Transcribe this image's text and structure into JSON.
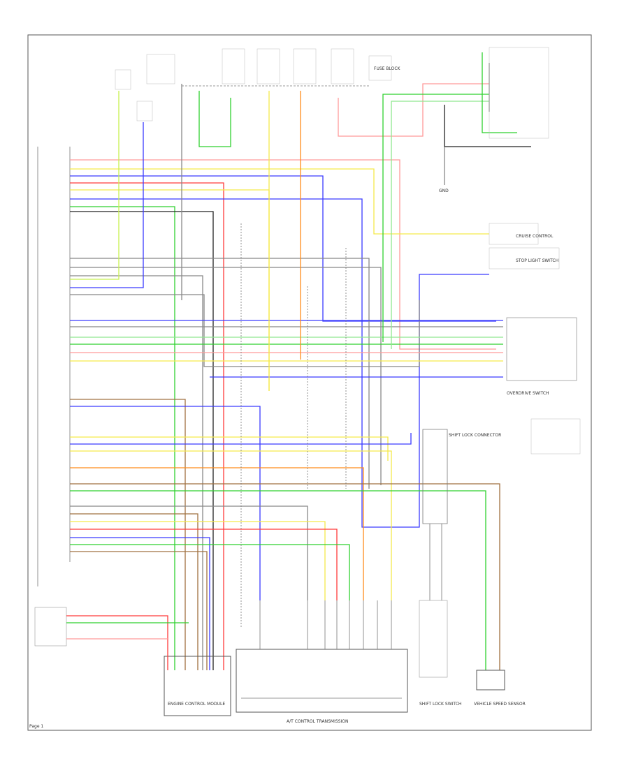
{
  "page_label": "Page 1",
  "colors": {
    "frame": "#555555",
    "wire_black": "#222222",
    "wire_gray": "#888888",
    "wire_red": "#ff3b3b",
    "wire_pink": "#ff9a9a",
    "wire_orange": "#ff8c1a",
    "wire_yellow": "#f5e94a",
    "wire_green": "#2fd12f",
    "wire_lt_green": "#8fe88f",
    "wire_blue": "#3a3aff",
    "wire_violet": "#9a6aff",
    "wire_brown": "#a07040",
    "wire_lime": "#c8f050"
  },
  "components": {
    "transmission_label": "A/T CONTROL TRANSMISSION",
    "shift_lock_connector": "SHIFT LOCK CONNECTOR",
    "shift_lock_switch": "SHIFT LOCK SWITCH",
    "engine_control_module": "ENGINE CONTROL MODULE",
    "vehicle_speed_sensor": "VEHICLE SPEED SENSOR",
    "overdrive_switch": "OVERDRIVE SWITCH",
    "cruise_control": "CRUISE CONTROL",
    "stop_light_switch": "STOP LIGHT SWITCH",
    "fuse_block": "FUSE BLOCK",
    "ground": "GND"
  }
}
